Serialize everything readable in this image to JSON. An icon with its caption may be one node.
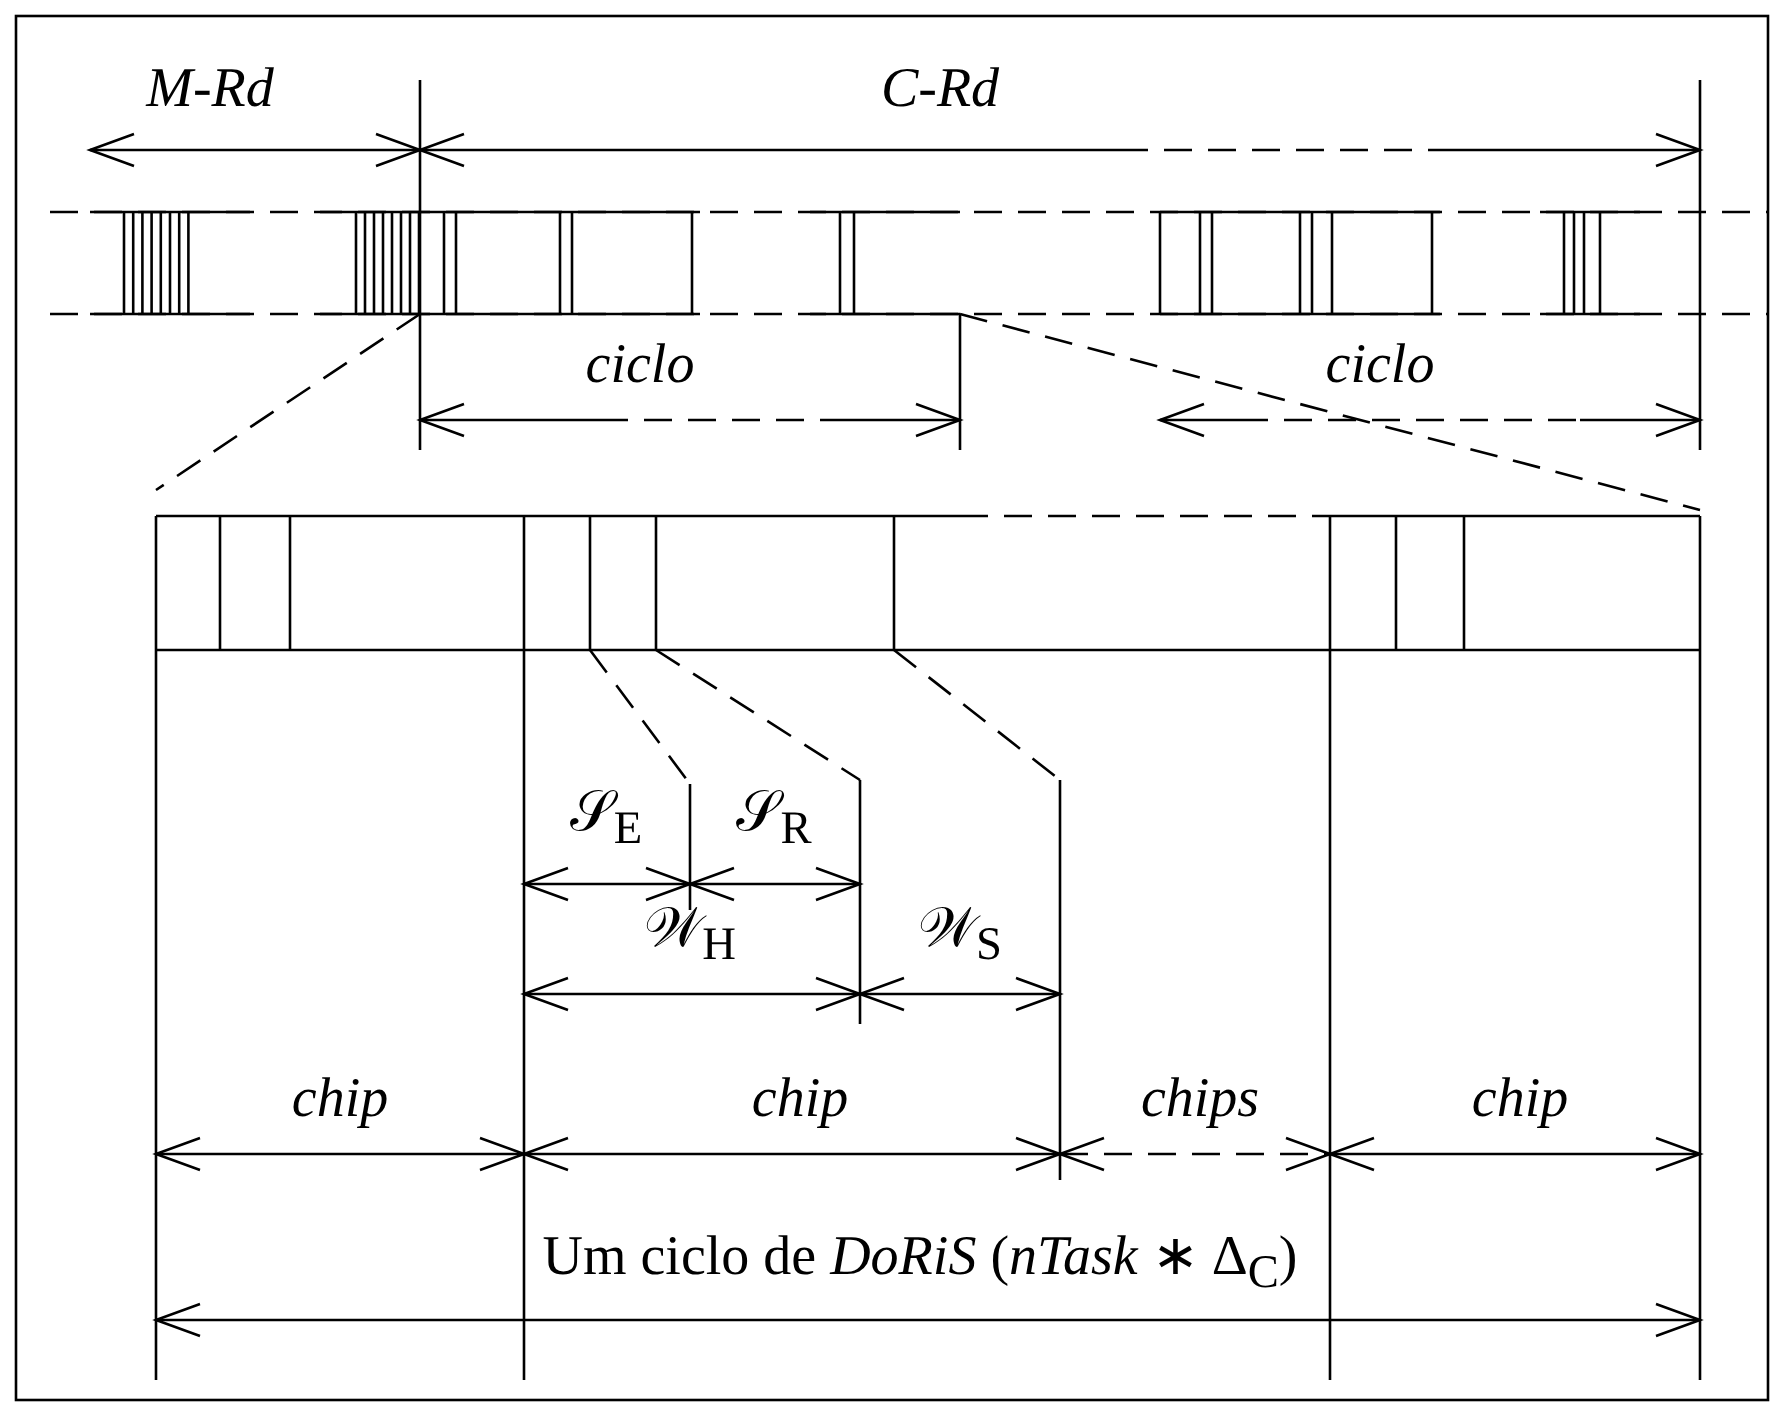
{
  "diagram": {
    "labels": [
      "M-Rd",
      "C-Rd",
      "ciclo",
      "ciclo",
      "𝒮$_{E}$",
      "𝒮$_{R}$",
      "𝒲$_{H}$",
      "𝒲$_{S}$",
      "chip",
      "chip",
      "chips",
      "chip",
      "Um ciclo de *DoRiS* (*nTask* ∗ Δ$_{C}$)"
    ]
  }
}
